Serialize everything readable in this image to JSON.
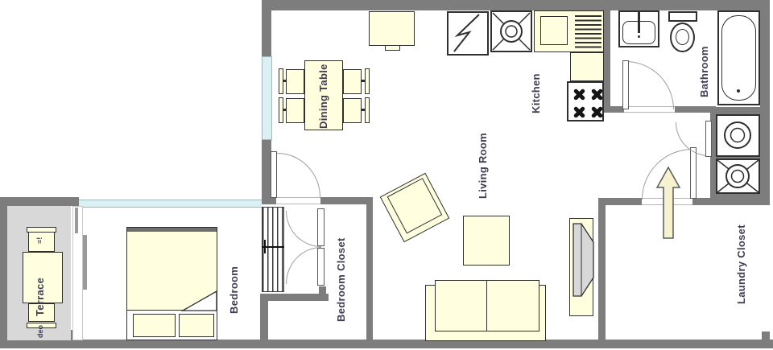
{
  "labels": {
    "dining_table": "Dining Table",
    "kitchen": "Kitchen",
    "living_room": "Living Room",
    "bathroom": "Bathroom",
    "laundry_closet": "Laundry Closet",
    "bedroom": "Bedroom",
    "bedroom_closet": "Bedroom Closet",
    "terrace": "Terrace",
    "terrace_mark_above": "≡!",
    "terrace_mark_below": "deo"
  },
  "colors": {
    "wall": "#7d7d7d",
    "furniture_fill": "#ffffe0",
    "window": "#d9f0f4",
    "terrace_floor": "#d8d8d8",
    "label_text": "#3e3d55",
    "arrow_fill": "#f6f1cf"
  }
}
